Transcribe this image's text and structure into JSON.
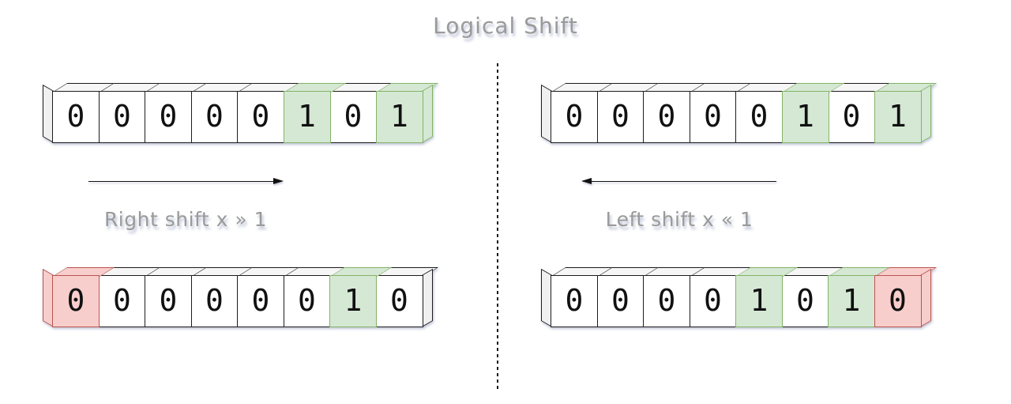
{
  "title": "Logical Shift",
  "colors": {
    "highlight_green_fill": "#d5e8d4",
    "highlight_green_stroke": "#82b366",
    "highlight_red_fill": "#f8cecc",
    "highlight_red_stroke": "#b85450",
    "label_gray": "#9a9a9a"
  },
  "left_panel": {
    "label": "Right shift x » 1",
    "arrow_direction": "right",
    "input_row": {
      "bits": [
        {
          "value": "0",
          "state": "normal"
        },
        {
          "value": "0",
          "state": "normal"
        },
        {
          "value": "0",
          "state": "normal"
        },
        {
          "value": "0",
          "state": "normal"
        },
        {
          "value": "0",
          "state": "normal"
        },
        {
          "value": "1",
          "state": "green"
        },
        {
          "value": "0",
          "state": "normal"
        },
        {
          "value": "1",
          "state": "green"
        }
      ]
    },
    "output_row": {
      "bits": [
        {
          "value": "0",
          "state": "red"
        },
        {
          "value": "0",
          "state": "normal"
        },
        {
          "value": "0",
          "state": "normal"
        },
        {
          "value": "0",
          "state": "normal"
        },
        {
          "value": "0",
          "state": "normal"
        },
        {
          "value": "0",
          "state": "normal"
        },
        {
          "value": "1",
          "state": "green"
        },
        {
          "value": "0",
          "state": "normal"
        }
      ]
    }
  },
  "right_panel": {
    "label": "Left shift x « 1",
    "arrow_direction": "left",
    "input_row": {
      "bits": [
        {
          "value": "0",
          "state": "normal"
        },
        {
          "value": "0",
          "state": "normal"
        },
        {
          "value": "0",
          "state": "normal"
        },
        {
          "value": "0",
          "state": "normal"
        },
        {
          "value": "0",
          "state": "normal"
        },
        {
          "value": "1",
          "state": "green"
        },
        {
          "value": "0",
          "state": "normal"
        },
        {
          "value": "1",
          "state": "green"
        }
      ]
    },
    "output_row": {
      "bits": [
        {
          "value": "0",
          "state": "normal"
        },
        {
          "value": "0",
          "state": "normal"
        },
        {
          "value": "0",
          "state": "normal"
        },
        {
          "value": "0",
          "state": "normal"
        },
        {
          "value": "1",
          "state": "green"
        },
        {
          "value": "0",
          "state": "normal"
        },
        {
          "value": "1",
          "state": "green"
        },
        {
          "value": "0",
          "state": "red"
        }
      ]
    }
  }
}
